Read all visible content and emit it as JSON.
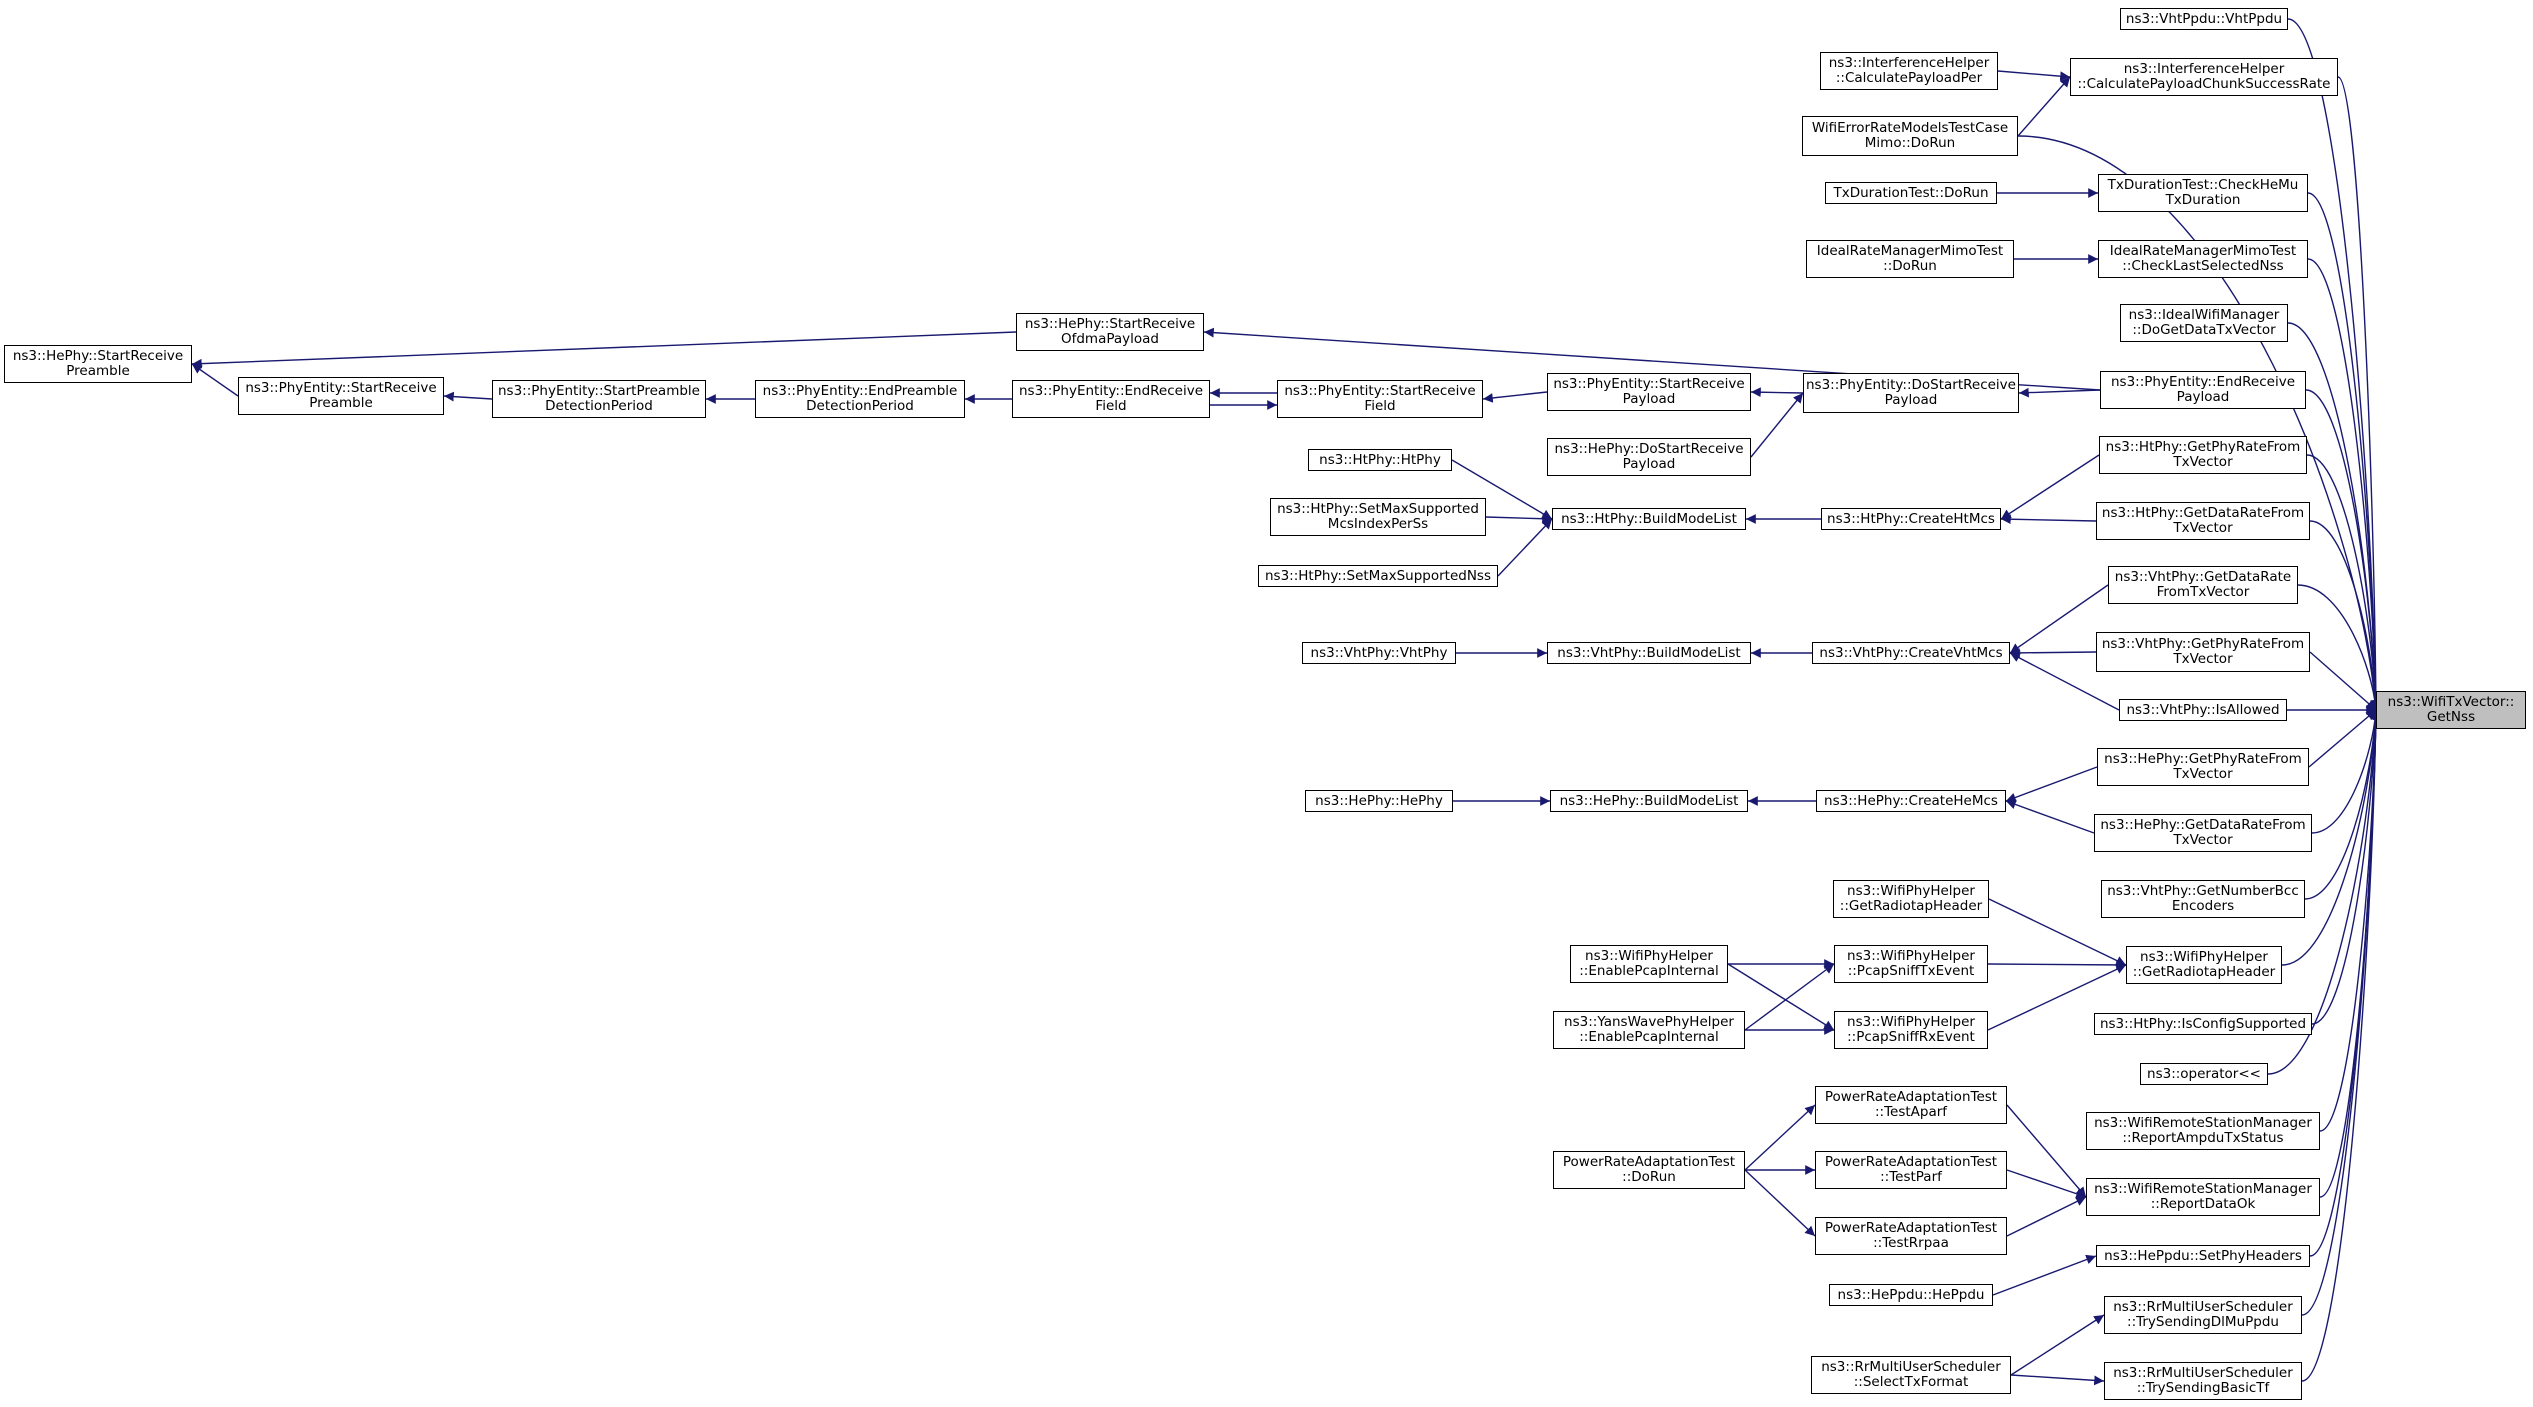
{
  "nodes": {
    "vhtppdu": [
      "ns3::VhtPpdu::VhtPpdu"
    ],
    "ih_calc": [
      "ns3::InterferenceHelper",
      "::CalculatePayloadPer"
    ],
    "ih_chunk": [
      "ns3::InterferenceHelper",
      "::CalculatePayloadChunkSuccessRate"
    ],
    "wifierr": [
      "WifiErrorRateModelsTestCase",
      "Mimo::DoRun"
    ],
    "txdur_run": [
      "TxDurationTest::DoRun"
    ],
    "txdur_check": [
      "TxDurationTest::CheckHeMu",
      "TxDuration"
    ],
    "irm_run": [
      "IdealRateManagerMimoTest",
      "::DoRun"
    ],
    "irm_check": [
      "IdealRateManagerMimoTest",
      "::CheckLastSelectedNss"
    ],
    "ideal_wifi": [
      "ns3::IdealWifiManager",
      "::DoGetDataTxVector"
    ],
    "hephy_srp": [
      "ns3::HePhy::StartReceive",
      "Preamble"
    ],
    "hephy_sro": [
      "ns3::HePhy::StartReceive",
      "OfdmaPayload"
    ],
    "pe_srp": [
      "ns3::PhyEntity::StartReceive",
      "Preamble"
    ],
    "pe_spd": [
      "ns3::PhyEntity::StartPreamble",
      "DetectionPeriod"
    ],
    "pe_epd": [
      "ns3::PhyEntity::EndPreamble",
      "DetectionPeriod"
    ],
    "pe_erf": [
      "ns3::PhyEntity::EndReceive",
      "Field"
    ],
    "pe_srf": [
      "ns3::PhyEntity::StartReceive",
      "Field"
    ],
    "pe_srpay": [
      "ns3::PhyEntity::StartReceive",
      "Payload"
    ],
    "pe_dsrp": [
      "ns3::PhyEntity::DoStartReceive",
      "Payload"
    ],
    "pe_erp": [
      "ns3::PhyEntity::EndReceive",
      "Payload"
    ],
    "hephy_dsrp": [
      "ns3::HePhy::DoStartReceive",
      "Payload"
    ],
    "htphy_ctor": [
      "ns3::HtPhy::HtPhy"
    ],
    "htphy_smsmcs": [
      "ns3::HtPhy::SetMaxSupported",
      "McsIndexPerSs"
    ],
    "htphy_smsnss": [
      "ns3::HtPhy::SetMaxSupportedNss"
    ],
    "htphy_bml": [
      "ns3::HtPhy::BuildModeList"
    ],
    "htphy_chm": [
      "ns3::HtPhy::CreateHtMcs"
    ],
    "htphy_gprf": [
      "ns3::HtPhy::GetPhyRateFrom",
      "TxVector"
    ],
    "htphy_gdrf": [
      "ns3::HtPhy::GetDataRateFrom",
      "TxVector"
    ],
    "vhtphy_gdr": [
      "ns3::VhtPhy::GetDataRate",
      "FromTxVector"
    ],
    "vhtphy_ctor": [
      "ns3::VhtPhy::VhtPhy"
    ],
    "vhtphy_bml": [
      "ns3::VhtPhy::BuildModeList"
    ],
    "vhtphy_cvm": [
      "ns3::VhtPhy::CreateVhtMcs"
    ],
    "vhtphy_gpr": [
      "ns3::VhtPhy::GetPhyRateFrom",
      "TxVector"
    ],
    "vhtphy_isa": [
      "ns3::VhtPhy::IsAllowed"
    ],
    "target": [
      "ns3::WifiTxVector::",
      "GetNss"
    ],
    "hephy_gpr": [
      "ns3::HePhy::GetPhyRateFrom",
      "TxVector"
    ],
    "hephy_ctor": [
      "ns3::HePhy::HePhy"
    ],
    "hephy_bml": [
      "ns3::HePhy::BuildModeList"
    ],
    "hephy_chm": [
      "ns3::HePhy::CreateHeMcs"
    ],
    "hephy_gdr": [
      "ns3::HePhy::GetDataRateFrom",
      "TxVector"
    ],
    "vhtphy_gnbe": [
      "ns3::VhtPhy::GetNumberBcc",
      "Encoders"
    ],
    "wph_grh_left": [
      "ns3::WifiPhyHelper",
      "::GetRadiotapHeader"
    ],
    "wph_epi": [
      "ns3::WifiPhyHelper",
      "::EnablePcapInternal"
    ],
    "wph_pstx": [
      "ns3::WifiPhyHelper",
      "::PcapSniffTxEvent"
    ],
    "wph_grh_right": [
      "ns3::WifiPhyHelper",
      "::GetRadiotapHeader"
    ],
    "yans_epi": [
      "ns3::YansWavePhyHelper",
      "::EnablePcapInternal"
    ],
    "wph_psrx": [
      "ns3::WifiPhyHelper",
      "::PcapSniffRxEvent"
    ],
    "htphy_ics": [
      "ns3::HtPhy::IsConfigSupported"
    ],
    "op": [
      "ns3::operator<<"
    ],
    "pra_aparf": [
      "PowerRateAdaptationTest",
      "::TestAparf"
    ],
    "wrsm_ratx": [
      "ns3::WifiRemoteStationManager",
      "::ReportAmpduTxStatus"
    ],
    "pra_run": [
      "PowerRateAdaptationTest",
      "::DoRun"
    ],
    "pra_parf": [
      "PowerRateAdaptationTest",
      "::TestParf"
    ],
    "wrsm_rdo": [
      "ns3::WifiRemoteStationManager",
      "::ReportDataOk"
    ],
    "pra_rrpaa": [
      "PowerRateAdaptationTest",
      "::TestRrpaa"
    ],
    "heppdu_sph": [
      "ns3::HePpdu::SetPhyHeaders"
    ],
    "heppdu_ctor": [
      "ns3::HePpdu::HePpdu"
    ],
    "rr_tsdm": [
      "ns3::RrMultiUserScheduler",
      "::TrySendingDlMuPpdu"
    ],
    "rr_stf": [
      "ns3::RrMultiUserScheduler",
      "::SelectTxFormat"
    ],
    "rr_tsbt": [
      "ns3::RrMultiUserScheduler",
      "::TrySendingBasicTf"
    ]
  },
  "edges": [
    [
      "vhtppdu",
      "target"
    ],
    [
      "ih_chunk",
      "target"
    ],
    [
      "wifierr",
      "target"
    ],
    [
      "txdur_check",
      "target"
    ],
    [
      "irm_check",
      "target"
    ],
    [
      "ideal_wifi",
      "target"
    ],
    [
      "pe_erp",
      "target"
    ],
    [
      "htphy_gprf",
      "target"
    ],
    [
      "htphy_gdrf",
      "target"
    ],
    [
      "vhtphy_gdr",
      "target"
    ],
    [
      "vhtphy_gpr",
      "target"
    ],
    [
      "vhtphy_isa",
      "target"
    ],
    [
      "hephy_gpr",
      "target"
    ],
    [
      "hephy_gdr",
      "target"
    ],
    [
      "vhtphy_gnbe",
      "target"
    ],
    [
      "wph_grh_right",
      "target"
    ],
    [
      "htphy_ics",
      "target"
    ],
    [
      "op",
      "target"
    ],
    [
      "wrsm_ratx",
      "target"
    ],
    [
      "wrsm_rdo",
      "target"
    ],
    [
      "heppdu_sph",
      "target"
    ],
    [
      "rr_tsdm",
      "target"
    ],
    [
      "rr_tsbt",
      "target"
    ],
    [
      "ih_calc",
      "ih_chunk"
    ],
    [
      "wifierr",
      "ih_chunk"
    ],
    [
      "txdur_run",
      "txdur_check"
    ],
    [
      "irm_run",
      "irm_check"
    ],
    [
      "hephy_sro",
      "hephy_srp"
    ],
    [
      "pe_srp",
      "hephy_srp"
    ],
    [
      "pe_spd",
      "pe_srp"
    ],
    [
      "pe_epd",
      "pe_spd"
    ],
    [
      "pe_erf",
      "pe_epd"
    ],
    [
      "pe_srf",
      "pe_erf"
    ],
    [
      "pe_erf",
      "pe_srf"
    ],
    [
      "pe_srpay",
      "pe_srf"
    ],
    [
      "pe_dsrp",
      "pe_srpay"
    ],
    [
      "hephy_dsrp",
      "pe_dsrp"
    ],
    [
      "pe_erp",
      "pe_dsrp"
    ],
    [
      "pe_erp",
      "hephy_sro"
    ],
    [
      "htphy_ctor",
      "htphy_bml"
    ],
    [
      "htphy_smsmcs",
      "htphy_bml"
    ],
    [
      "htphy_smsnss",
      "htphy_bml"
    ],
    [
      "htphy_chm",
      "htphy_bml"
    ],
    [
      "htphy_gprf",
      "htphy_chm"
    ],
    [
      "htphy_gdrf",
      "htphy_chm"
    ],
    [
      "vhtphy_ctor",
      "vhtphy_bml"
    ],
    [
      "vhtphy_cvm",
      "vhtphy_bml"
    ],
    [
      "vhtphy_gdr",
      "vhtphy_cvm"
    ],
    [
      "vhtphy_gpr",
      "vhtphy_cvm"
    ],
    [
      "vhtphy_isa",
      "vhtphy_cvm"
    ],
    [
      "hephy_ctor",
      "hephy_bml"
    ],
    [
      "hephy_chm",
      "hephy_bml"
    ],
    [
      "hephy_gpr",
      "hephy_chm"
    ],
    [
      "hephy_gdr",
      "hephy_chm"
    ],
    [
      "wph_grh_left",
      "wph_grh_right"
    ],
    [
      "wph_pstx",
      "wph_grh_right"
    ],
    [
      "wph_psrx",
      "wph_grh_right"
    ],
    [
      "wph_epi",
      "wph_pstx"
    ],
    [
      "yans_epi",
      "wph_pstx"
    ],
    [
      "wph_epi",
      "wph_psrx"
    ],
    [
      "yans_epi",
      "wph_psrx"
    ],
    [
      "pra_aparf",
      "wrsm_rdo"
    ],
    [
      "pra_parf",
      "wrsm_rdo"
    ],
    [
      "pra_rrpaa",
      "wrsm_rdo"
    ],
    [
      "pra_run",
      "pra_aparf"
    ],
    [
      "pra_run",
      "pra_parf"
    ],
    [
      "pra_run",
      "pra_rrpaa"
    ],
    [
      "heppdu_ctor",
      "heppdu_sph"
    ],
    [
      "rr_stf",
      "rr_tsdm"
    ],
    [
      "rr_stf",
      "rr_tsbt"
    ]
  ],
  "colors": {
    "edge": "#191970",
    "node_border": "#000000",
    "focus_fill": "#bfbfbf"
  }
}
